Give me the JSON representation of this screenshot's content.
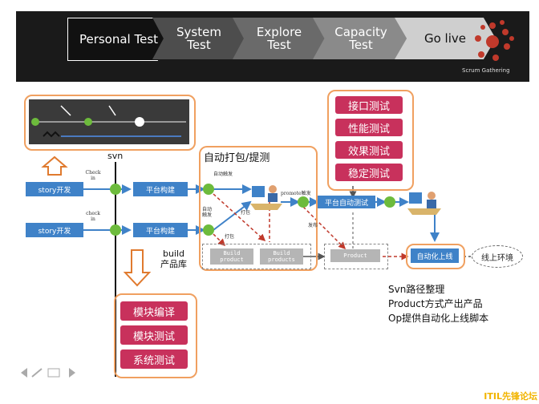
{
  "banner": {
    "stages": [
      {
        "label": "Personal Test"
      },
      {
        "label": "System\nTest"
      },
      {
        "label": "Explore\nTest"
      },
      {
        "label": "Capacity\nTest"
      },
      {
        "label": "Go live"
      }
    ],
    "logo_text": "Scrum Gathering"
  },
  "diagram": {
    "svn_label": "svn",
    "story_dev_1": "story开发",
    "story_dev_2": "story开发",
    "check_in_1": "Check\nin",
    "check_in_2": "check\nin",
    "platform_build_1": "平台构建",
    "platform_build_2": "平台构建",
    "build_repo": "build\n产品库",
    "auto_pack_title": "自动打包/提测",
    "auto_pack_label": "自动触发",
    "auto_trigger_label": "自动\n触发",
    "pack_label_1": "打包",
    "pack_label_2": "打包",
    "promote_label": "promote触发",
    "release_label": "发布",
    "build_product": "Build\nproduct",
    "build_products": "Build\nproducts",
    "product": "Product",
    "platform_auto_test": "平台自动测试",
    "auto_release": "自动化上线",
    "online_env": "线上环境",
    "tests_right": [
      "接口测试",
      "性能测试",
      "效果测试",
      "稳定测试"
    ],
    "tests_left": [
      "模块编译",
      "模块测试",
      "系统测试"
    ],
    "notes": [
      "Svn路径整理",
      "Product方式产出产品",
      "Op提供自动化上线脚本"
    ]
  },
  "footer": "ITIL先锋论坛"
}
